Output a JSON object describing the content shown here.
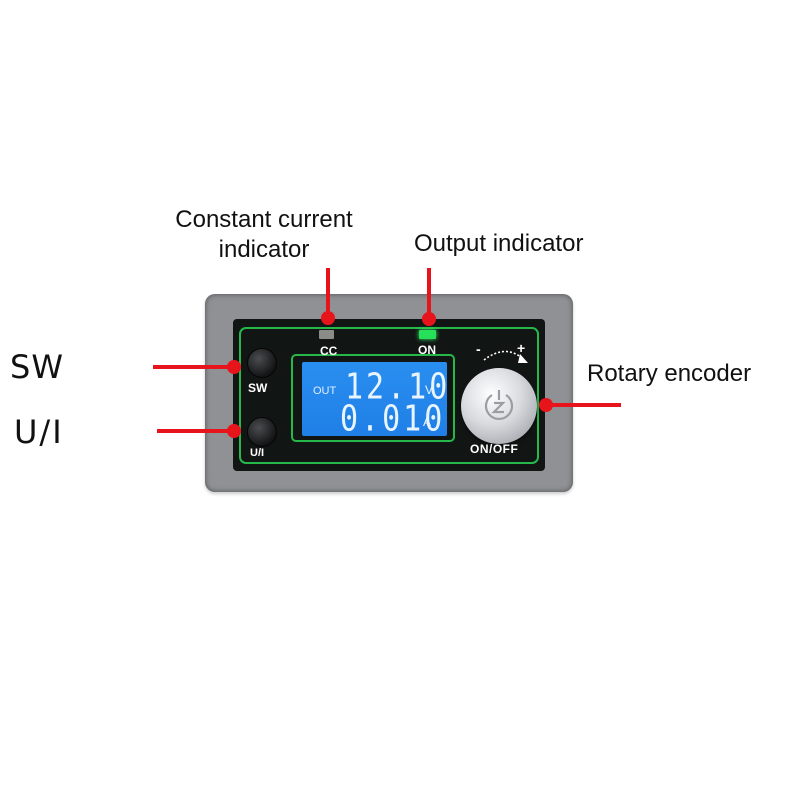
{
  "callouts": {
    "constant_current_line1": "Constant current",
    "constant_current_line2": "indicator",
    "output_indicator": "Output indicator",
    "rotary_encoder": "Rotary encoder",
    "sw": "SW",
    "ui": "U/I"
  },
  "device": {
    "led_cc_label": "CC",
    "led_on_label": "ON",
    "button_sw_label": "SW",
    "button_ui_label": "U/I",
    "knob_label": "ON/OFF",
    "knob_minus": "-",
    "knob_plus": "+",
    "lcd": {
      "out_label": "OUT",
      "voltage": "12.10",
      "voltage_unit": "V",
      "current": "0.010",
      "current_unit": "A"
    }
  },
  "colors": {
    "pointer": "#e8141c",
    "frame_green": "#27b84a",
    "lcd_blue": "#1f7fe6",
    "led_on": "#27e05a"
  }
}
